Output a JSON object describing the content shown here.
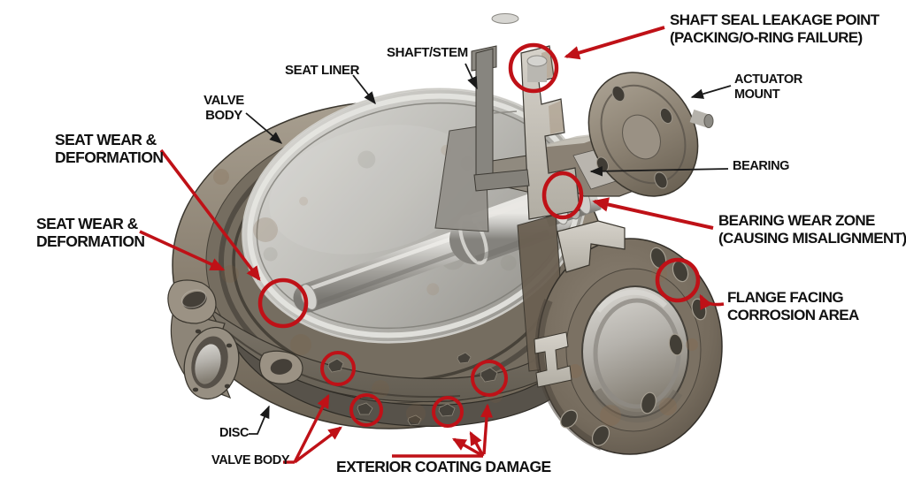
{
  "labels": {
    "shaft_seal": {
      "line1": "SHAFT SEAL LEAKAGE POINT",
      "line2": "(PACKING/O-RING FAILURE)"
    },
    "actuator_mount": {
      "line1": "ACTUATOR",
      "line2": "MOUNT"
    },
    "shaft_stem": {
      "text": "SHAFT/STEM"
    },
    "seat_liner": {
      "text": "SEAT LINER"
    },
    "valve_body_top": {
      "line1": "VALVE",
      "line2": "BODY"
    },
    "seat_wear_upper": {
      "line1": "SEAT WEAR &",
      "line2": "DEFORMATION"
    },
    "seat_wear_lower": {
      "line1": "SEAT WEAR &",
      "line2": "DEFORMATION"
    },
    "bearing": {
      "text": "BEARING"
    },
    "bearing_wear": {
      "line1": "BEARING WEAR ZONE",
      "line2": "(CAUSING MISALIGNMENT)"
    },
    "flange_corrosion": {
      "line1": "FLANGE FACING",
      "line2": "CORROSION AREA"
    },
    "disc": {
      "text": "DISC"
    },
    "valve_body_bottom": {
      "text": "VALVE BODY"
    },
    "exterior_coating": {
      "text": "EXTERIOR COATING DAMAGE"
    }
  },
  "colors": {
    "annotation_red": "#bf1117",
    "label_text": "#111111",
    "background": "#ffffff",
    "steel_light": "#dcdbd7",
    "steel_dark": "#8e8c86",
    "body_rust": "#897f70"
  }
}
